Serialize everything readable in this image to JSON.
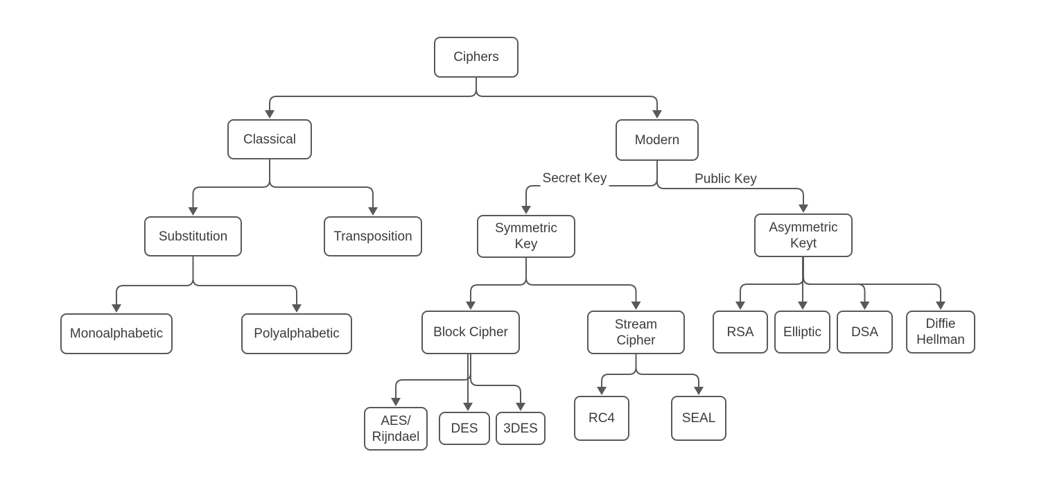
{
  "diagram": {
    "type": "tree",
    "colors": {
      "box_border": "#595959",
      "connector_line": "#595959",
      "arrowhead": "#595959",
      "text": "#3b3b3b",
      "background": "#ffffff"
    },
    "nodes": [
      {
        "id": "ciphers",
        "label": "Ciphers"
      },
      {
        "id": "classical",
        "label": "Classical"
      },
      {
        "id": "modern",
        "label": "Modern"
      },
      {
        "id": "substitution",
        "label": "Substitution"
      },
      {
        "id": "transposition",
        "label": "Transposition"
      },
      {
        "id": "symmetric",
        "label": "Symmetric\nKey"
      },
      {
        "id": "asymmetric",
        "label": "Asymmetric\nKeyt"
      },
      {
        "id": "monoalphabetic",
        "label": "Monoalphabetic"
      },
      {
        "id": "polyalphabetic",
        "label": "Polyalphabetic"
      },
      {
        "id": "block",
        "label": "Block Cipher"
      },
      {
        "id": "stream",
        "label": "Stream\nCipher"
      },
      {
        "id": "rsa",
        "label": "RSA"
      },
      {
        "id": "elliptic",
        "label": "Elliptic"
      },
      {
        "id": "dsa",
        "label": "DSA"
      },
      {
        "id": "diffie",
        "label": "Diffie\nHellman"
      },
      {
        "id": "aes",
        "label": "AES/\nRijndael"
      },
      {
        "id": "des",
        "label": "DES"
      },
      {
        "id": "tdes",
        "label": "3DES"
      },
      {
        "id": "rc4",
        "label": "RC4"
      },
      {
        "id": "seal",
        "label": "SEAL"
      }
    ],
    "edges": [
      {
        "from": "ciphers",
        "to": "classical",
        "label": ""
      },
      {
        "from": "ciphers",
        "to": "modern",
        "label": ""
      },
      {
        "from": "classical",
        "to": "substitution",
        "label": ""
      },
      {
        "from": "classical",
        "to": "transposition",
        "label": ""
      },
      {
        "from": "modern",
        "to": "symmetric",
        "label": "Secret Key"
      },
      {
        "from": "modern",
        "to": "asymmetric",
        "label": "Public Key"
      },
      {
        "from": "substitution",
        "to": "monoalphabetic",
        "label": ""
      },
      {
        "from": "substitution",
        "to": "polyalphabetic",
        "label": ""
      },
      {
        "from": "symmetric",
        "to": "block",
        "label": ""
      },
      {
        "from": "symmetric",
        "to": "stream",
        "label": ""
      },
      {
        "from": "asymmetric",
        "to": "rsa",
        "label": ""
      },
      {
        "from": "asymmetric",
        "to": "elliptic",
        "label": ""
      },
      {
        "from": "asymmetric",
        "to": "dsa",
        "label": ""
      },
      {
        "from": "asymmetric",
        "to": "diffie",
        "label": ""
      },
      {
        "from": "block",
        "to": "aes",
        "label": ""
      },
      {
        "from": "block",
        "to": "des",
        "label": ""
      },
      {
        "from": "block",
        "to": "tdes",
        "label": ""
      },
      {
        "from": "stream",
        "to": "rc4",
        "label": ""
      },
      {
        "from": "stream",
        "to": "seal",
        "label": ""
      }
    ]
  }
}
